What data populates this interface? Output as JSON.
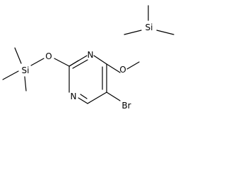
{
  "molecule": {
    "atoms": {
      "n1": "N",
      "n3": "N",
      "o_left": "O",
      "o_right": "O",
      "si_left": "Si",
      "si_right": "Si",
      "br": "Br"
    }
  }
}
